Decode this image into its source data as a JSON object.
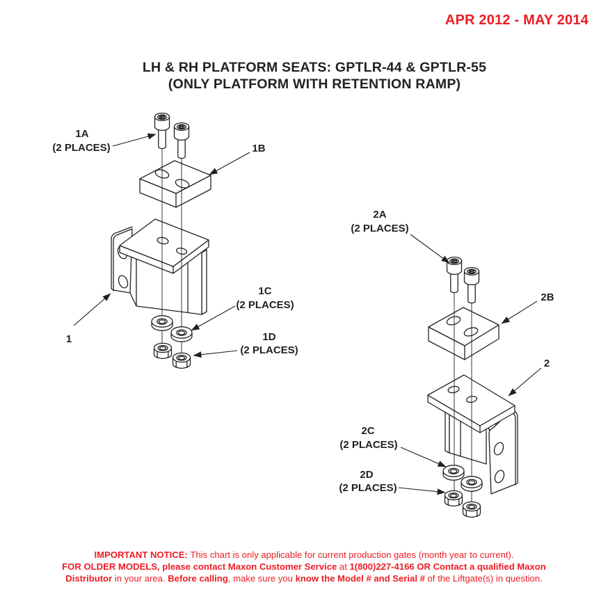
{
  "header": {
    "date_range": "APR 2012 - MAY 2014",
    "title_line1": "LH & RH PLATFORM SEATS: GPTLR-44 & GPTLR-55",
    "title_line2": "(ONLY PLATFORM WITH RETENTION RAMP)"
  },
  "colors": {
    "red": "#ed1c24",
    "ink": "#231f20"
  },
  "diagram": {
    "labels": {
      "p1a": {
        "id": "1A",
        "qty": "(2 PLACES)"
      },
      "p1b": {
        "id": "1B",
        "qty": ""
      },
      "p1c": {
        "id": "1C",
        "qty": "(2 PLACES)"
      },
      "p1d": {
        "id": "1D",
        "qty": "(2 PLACES)"
      },
      "p1": {
        "id": "1",
        "qty": ""
      },
      "p2a": {
        "id": "2A",
        "qty": "(2 PLACES)"
      },
      "p2b": {
        "id": "2B",
        "qty": ""
      },
      "p2c": {
        "id": "2C",
        "qty": "(2 PLACES)"
      },
      "p2d": {
        "id": "2D",
        "qty": "(2 PLACES)"
      },
      "p2": {
        "id": "2",
        "qty": ""
      }
    }
  },
  "notice": {
    "lines": [
      [
        {
          "text": "IMPORTANT NOTICE: ",
          "bold": true
        },
        {
          "text": "This chart is only applicable for current production gates (month year to current).",
          "bold": false
        }
      ],
      [
        {
          "text": "FOR OLDER MODELS, please contact Maxon Customer Service ",
          "bold": true
        },
        {
          "text": "at ",
          "bold": false
        },
        {
          "text": "1(800)227-4166 OR Contact a qualified Maxon",
          "bold": true
        }
      ],
      [
        {
          "text": "Distributor ",
          "bold": true
        },
        {
          "text": "in your area. ",
          "bold": false
        },
        {
          "text": "Before calling",
          "bold": true
        },
        {
          "text": ", make sure you ",
          "bold": false
        },
        {
          "text": "know the Model # and Serial #",
          "bold": true
        },
        {
          "text": " of the Liftgate(s) in question.",
          "bold": false
        }
      ]
    ]
  }
}
